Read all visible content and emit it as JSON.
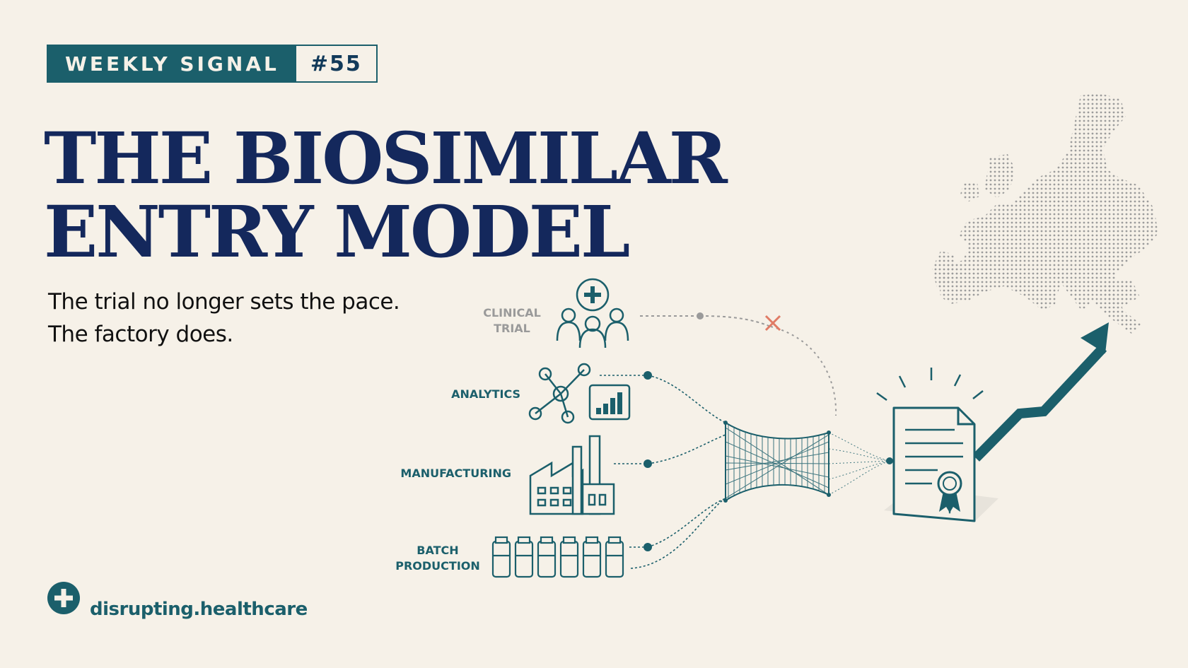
{
  "header": {
    "badge_label": "WEEKLY SIGNAL",
    "issue_number": "#55"
  },
  "title": {
    "line1": "THE BIOSIMILAR",
    "line2": "ENTRY MODEL"
  },
  "subtitle": {
    "line1": "The trial no longer sets the pace.",
    "line2": "The factory does."
  },
  "diagram": {
    "clinical_trial": [
      "CLINICAL",
      "TRIAL"
    ],
    "analytics": "ANALYTICS",
    "manufacturing": "MANUFACTURING",
    "batch_production": [
      "BATCH",
      "PRODUCTION"
    ]
  },
  "brand": {
    "name": "disrupting.healthcare"
  },
  "colors": {
    "teal": "#1b5f6b",
    "navy": "#14285c",
    "background": "#f6f1e8",
    "gray": "#9a9a9a",
    "cross": "#e07b65"
  },
  "icons": [
    "cross-circle-icon",
    "people-icon",
    "network-icon",
    "bar-chart-icon",
    "factory-icon",
    "vial-icon",
    "funnel-mesh-icon",
    "certificate-icon",
    "award-seal-icon",
    "trend-arrow-icon",
    "europe-map-icon",
    "x-mark-icon"
  ]
}
